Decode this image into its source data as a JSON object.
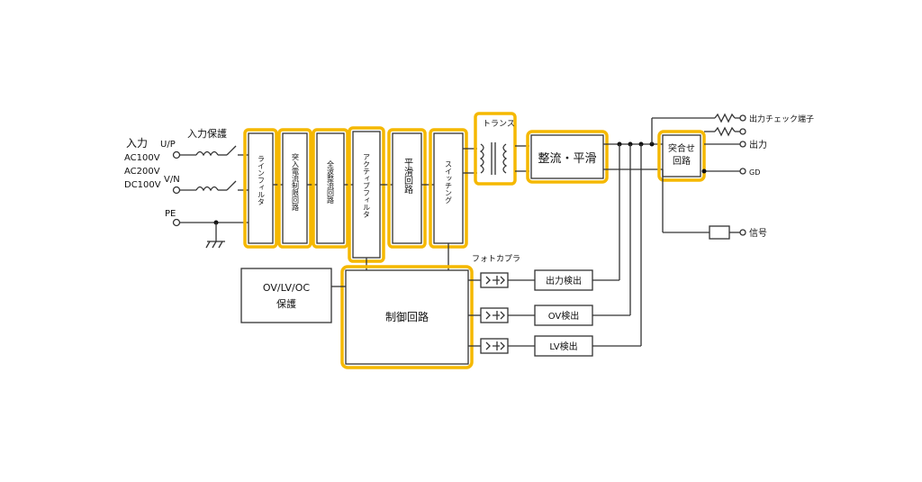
{
  "input": {
    "title": "入力",
    "up": "U/P",
    "vn": "V/N",
    "pe": "PE",
    "v1": "AC100V",
    "v2": "AC200V",
    "v3": "DC100V",
    "protection": "入力保護"
  },
  "blocks": {
    "line_filter": "ラインフィルタ",
    "inrush": "突入電流制限回路",
    "rectifier_full": "全波整流回路",
    "active_filter": "アクティブフィルタ",
    "smoothing": "平滑回路",
    "switching": "スイッチング",
    "transformer": "トランス",
    "rect_smooth": "整流・平滑",
    "combine_1": "突合せ",
    "combine_2": "回路",
    "control": "制御回路",
    "protect_1": "OV/LV/OC",
    "protect_2": "保護",
    "photocoupler": "フォトカプラ",
    "out_detect": "出力検出",
    "ov_detect": "OV検出",
    "lv_detect": "LV検出"
  },
  "outputs": {
    "check": "出力チェック端子",
    "out": "出力",
    "gd": "GD",
    "signal": "信号"
  },
  "colors": {
    "highlight": "#f5b800",
    "line": "#333333"
  }
}
